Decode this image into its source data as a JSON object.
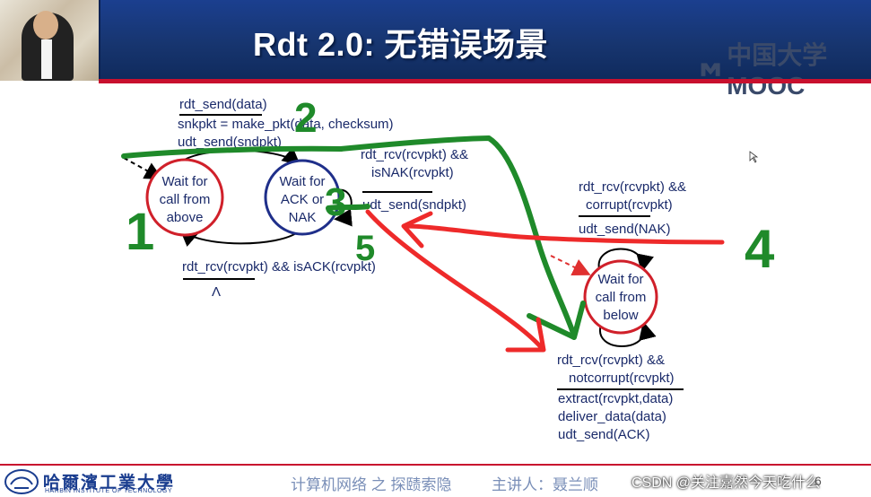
{
  "slide": {
    "title": "Rdt 2.0: 无错误场景",
    "mooc_brand": "中国大学MOOC"
  },
  "footer": {
    "school_cn": "哈爾濱工業大學",
    "school_en": "HARBIN INSTITUTE OF TECHNOLOGY",
    "course": "计算机网络 之 探赜索隐",
    "lecturer": "主讲人：聂兰顺",
    "watermark": "CSDN @关注嘉然今天吃什么",
    "page_mark": "6"
  },
  "states": {
    "wait_call_above": [
      "Wait for",
      "call from",
      "above"
    ],
    "wait_ack_nak": [
      "Wait for",
      "ACK or",
      "NAK"
    ],
    "wait_call_below": [
      "Wait for",
      "call from",
      "below"
    ]
  },
  "transitions": {
    "send": {
      "event": "rdt_send(data)",
      "actions": [
        "snkpkt = make_pkt(data, checksum)",
        "udt_send(sndpkt)"
      ]
    },
    "nak": {
      "event": [
        "rdt_rcv(rcvpkt) &&",
        "isNAK(rcvpkt)"
      ],
      "action": "udt_send(sndpkt)"
    },
    "ack": {
      "event": "rdt_rcv(rcvpkt) && isACK(rcvpkt)",
      "action": "Λ"
    },
    "corrupt": {
      "event": [
        "rdt_rcv(rcvpkt) &&",
        "corrupt(rcvpkt)"
      ],
      "action": "udt_send(NAK)"
    },
    "notcorrupt": {
      "event": [
        "rdt_rcv(rcvpkt) &&",
        "notcorrupt(rcvpkt)"
      ],
      "actions": [
        "extract(rcvpkt,data)",
        "deliver_data(data)",
        "udt_send(ACK)"
      ]
    }
  },
  "annotations": {
    "step1": "1",
    "step2": "2",
    "step3": "3",
    "step4": "4",
    "step5": "5"
  },
  "colors": {
    "header_blue": "#17356f",
    "accent_red": "#c8102e",
    "state_red": "#d0202a",
    "state_blue": "#1f2f8a",
    "text_navy": "#1a2a6a",
    "marker_green": "#1f8a2a",
    "marker_red": "#ee2a2a"
  }
}
